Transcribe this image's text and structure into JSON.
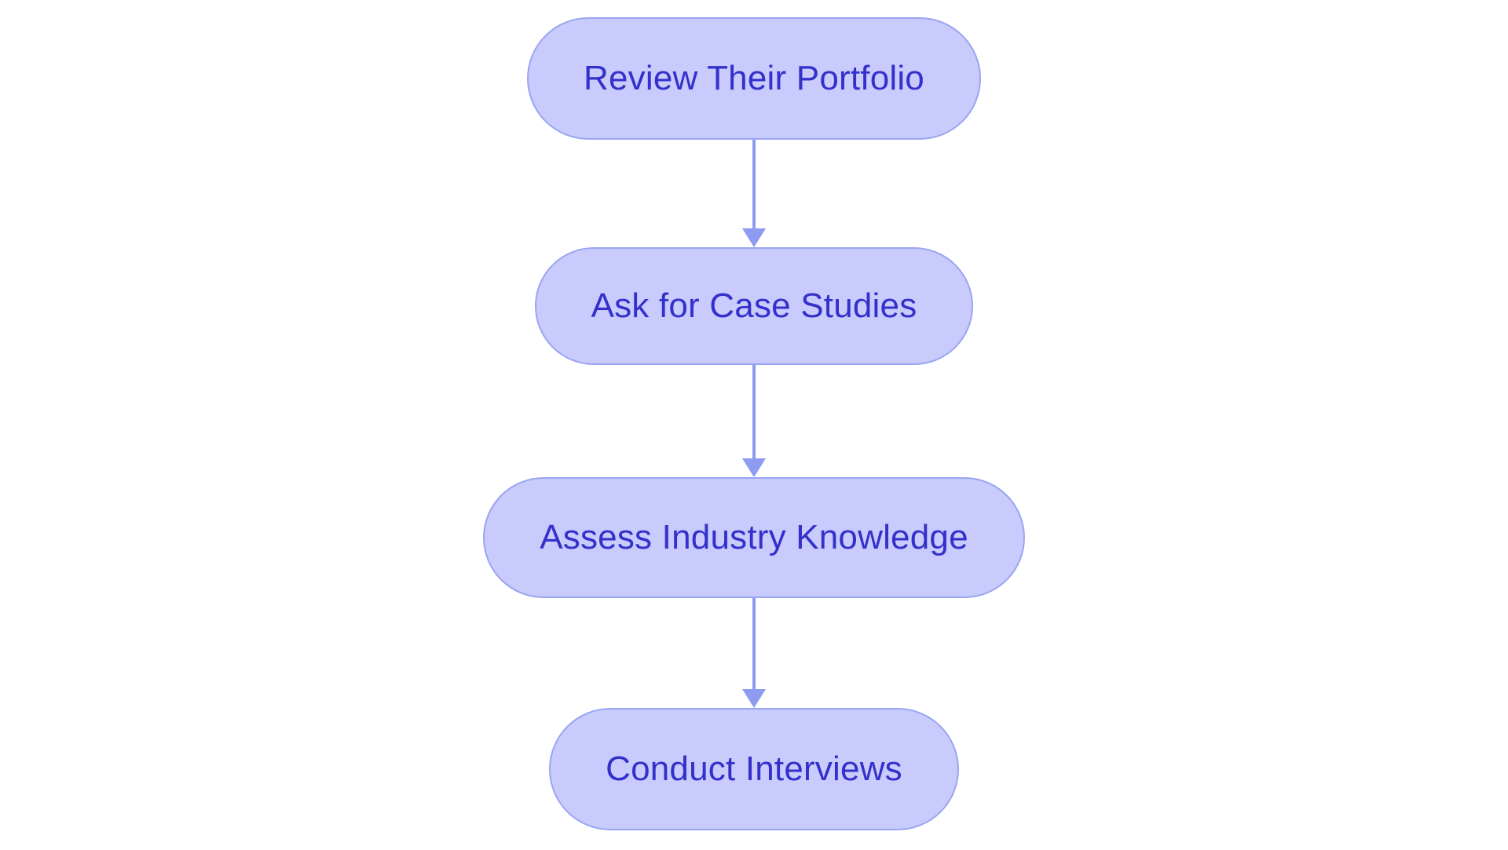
{
  "diagram": {
    "type": "flowchart",
    "orientation": "top-to-bottom",
    "background_color": "#ffffff",
    "node_fill_color": "#c8cbfb",
    "node_border_color": "#9aa5f2",
    "node_text_color": "#3330cc",
    "connector_color": "#8d9bf0",
    "node_shape": "stadium",
    "nodes": [
      {
        "id": "node-1",
        "label": "Review Their Portfolio"
      },
      {
        "id": "node-2",
        "label": "Ask for Case Studies"
      },
      {
        "id": "node-3",
        "label": "Assess Industry Knowledge"
      },
      {
        "id": "node-4",
        "label": "Conduct Interviews"
      }
    ],
    "edges": [
      {
        "from": "node-1",
        "to": "node-2",
        "style": "arrow-down"
      },
      {
        "from": "node-2",
        "to": "node-3",
        "style": "arrow-down"
      },
      {
        "from": "node-3",
        "to": "node-4",
        "style": "arrow-down"
      }
    ]
  }
}
